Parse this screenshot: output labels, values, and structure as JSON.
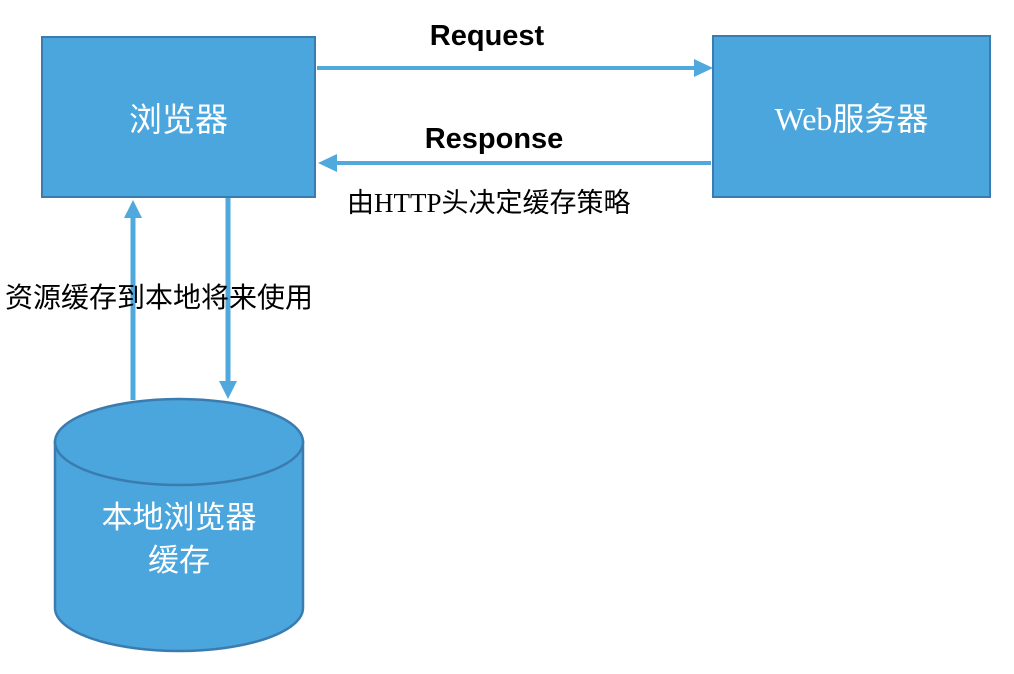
{
  "diagram": {
    "browser": {
      "label": "浏览器"
    },
    "web_server": {
      "label": "Web服务器"
    },
    "local_cache": {
      "label_line1": "本地浏览器",
      "label_line2": "缓存"
    },
    "request_arrow": {
      "label": "Request"
    },
    "response_arrow": {
      "label": "Response"
    },
    "http_note": "由HTTP头决定缓存策略",
    "cache_note": "资源缓存到本地将来使用"
  },
  "colors": {
    "shape_fill": "#4aa6dc",
    "shape_border": "#3b7cb0",
    "arrow": "#4fa9dc",
    "label_text": "#000000",
    "shape_text": "#ffffff"
  }
}
